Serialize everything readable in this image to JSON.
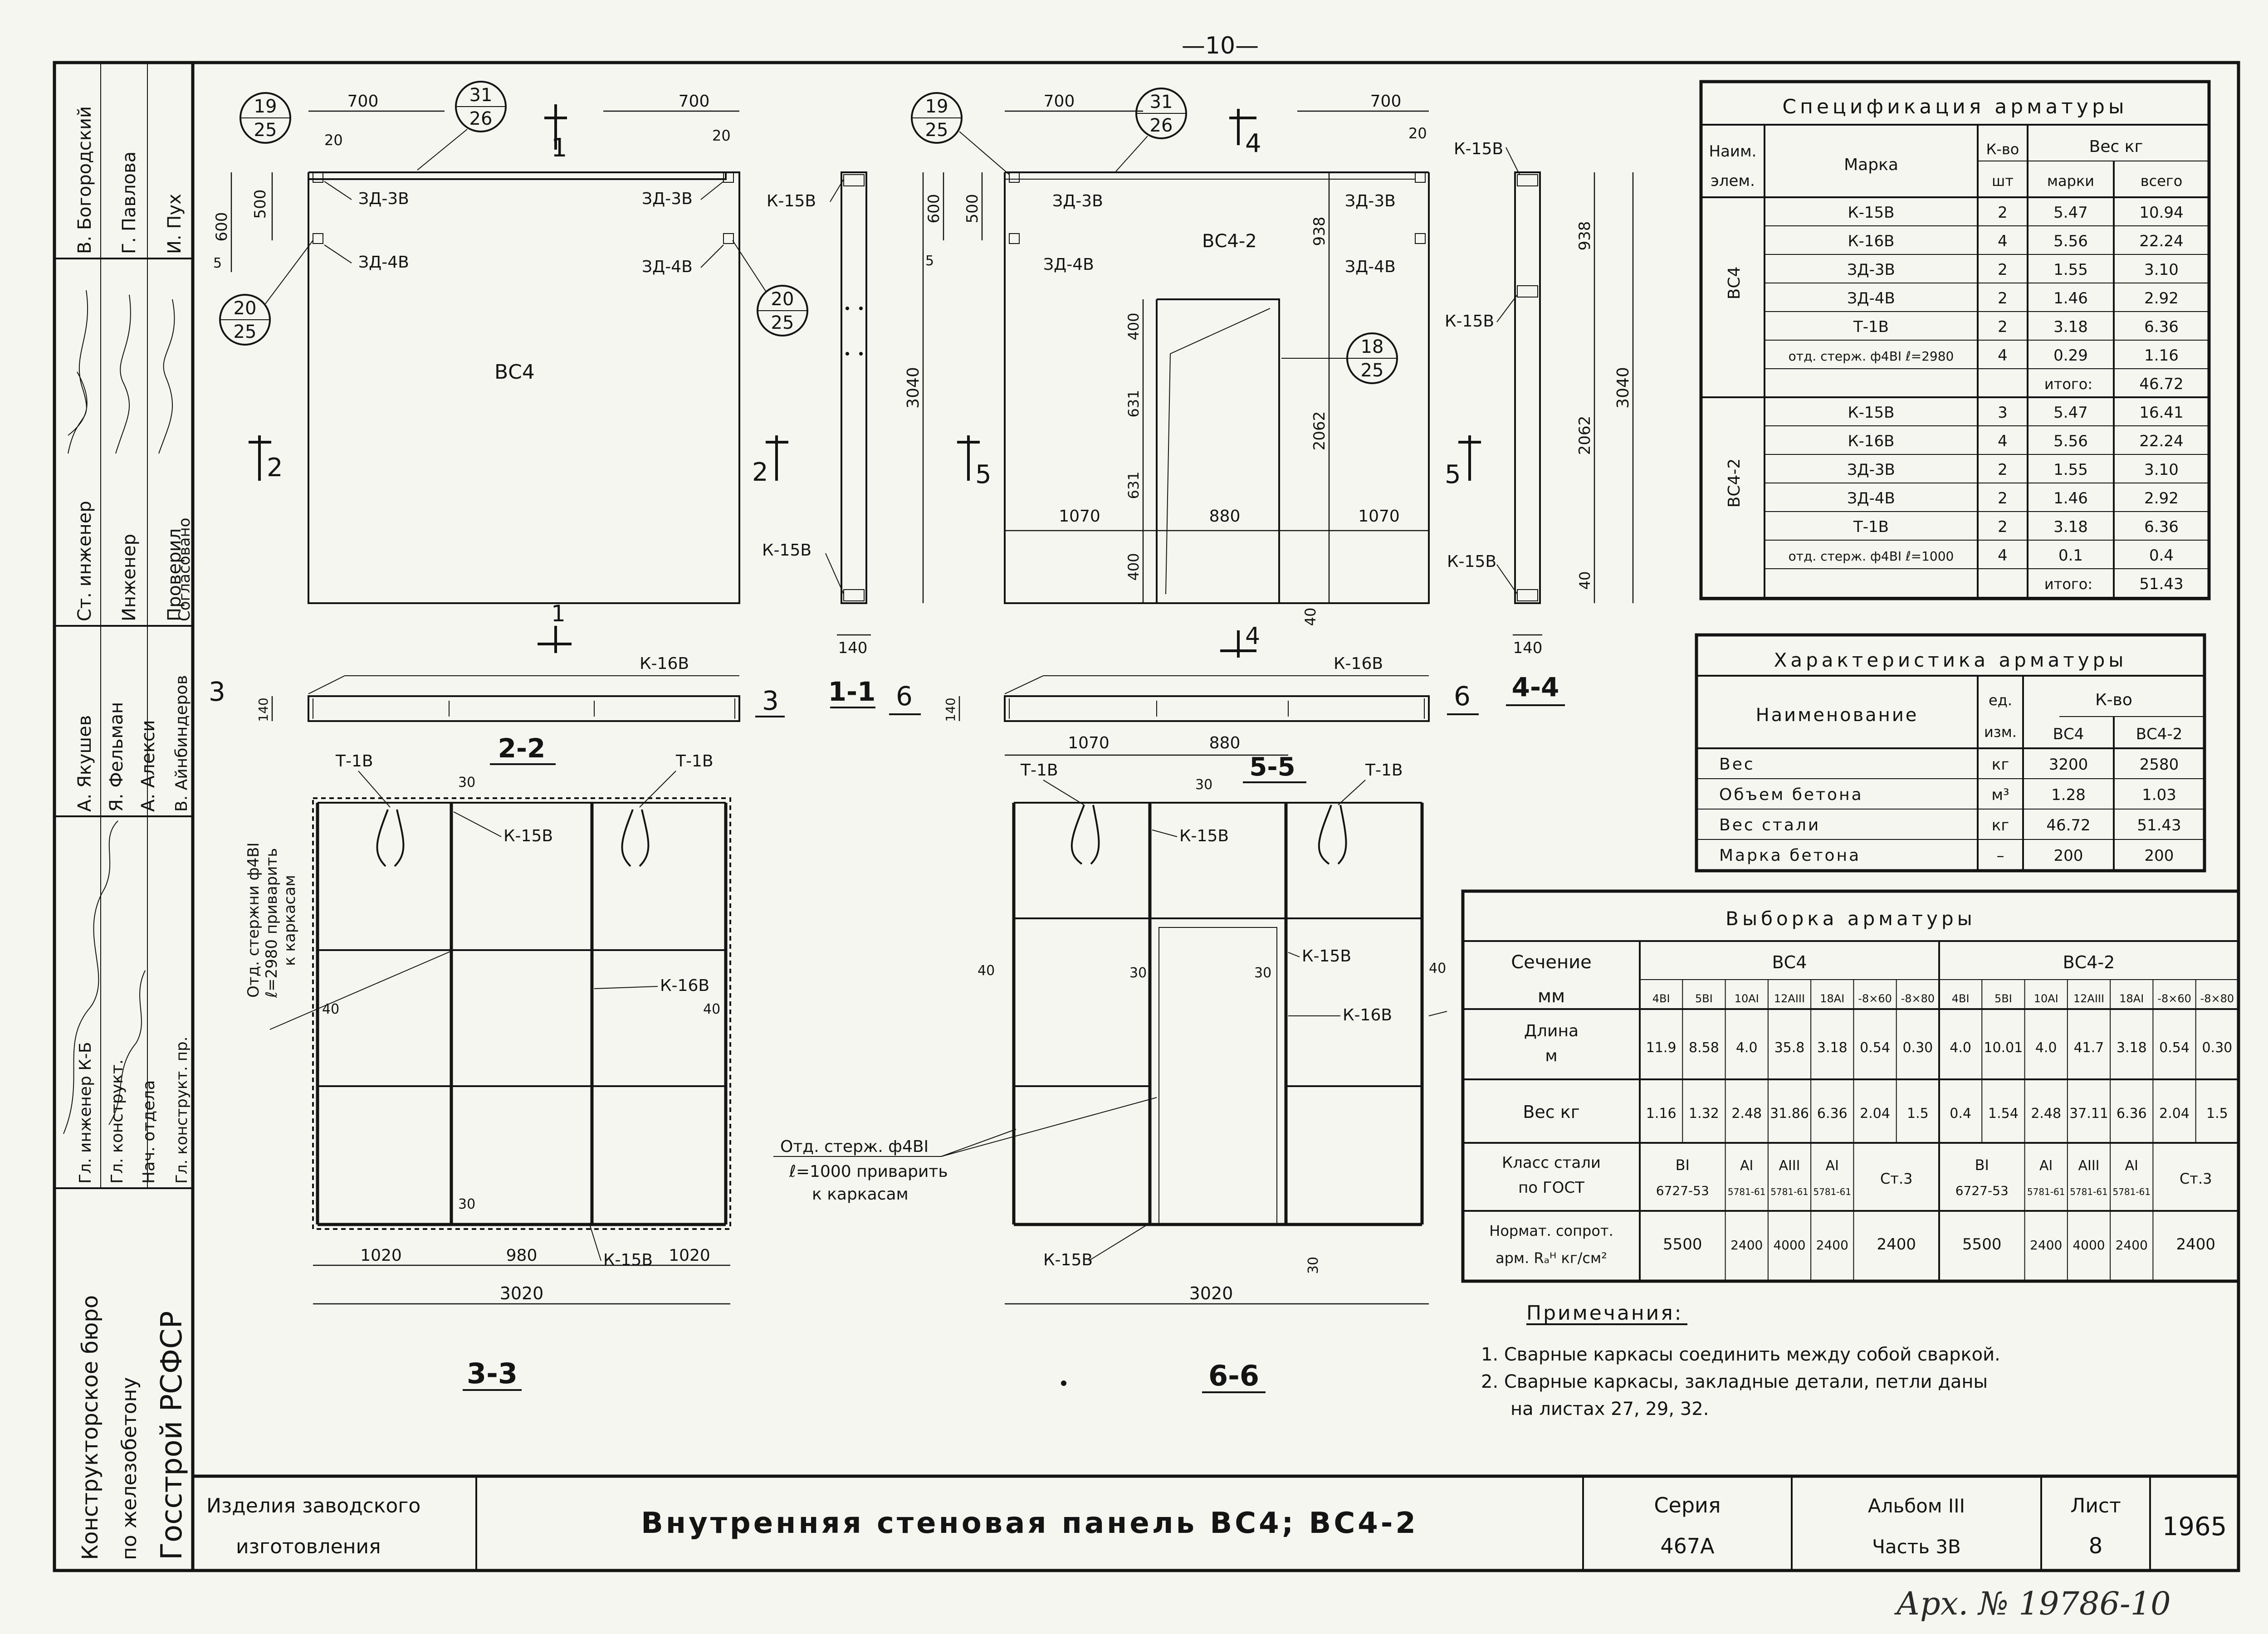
{
  "page_number": "—10—",
  "archive_no": "Арх. № 19786-10",
  "stamp": {
    "rows": [
      {
        "position": "В. Богородский",
        "sign": "",
        "role": "Ст. инженер"
      },
      {
        "position": "Г. Павлова",
        "sign": "",
        "role": "Инженер"
      },
      {
        "position": "И. Пух",
        "sign": "",
        "role": "Проверил"
      },
      {
        "position": "",
        "sign": "",
        "role": "Согласовано"
      }
    ],
    "names_top": [
      "В. Богородский",
      "Г. Павлова",
      "И. Пух"
    ],
    "roles_top": [
      "Ст. инженер",
      "Инженер",
      "Проверил",
      "Согласовано"
    ],
    "names_bottom": [
      "А. Якушев",
      "Я. Фельман",
      "А. Алекси",
      "В. Айнбиндеров"
    ],
    "roles_bottom": [
      "Гл. инженер К-Б",
      "Гл. конструкт.",
      "Нач. отдела",
      "Гл. конструкт. пр."
    ],
    "org_line1": "Конструкторское бюро",
    "org_line2": "по железобетону",
    "org_line3": "Госстрой РСФСР"
  },
  "title_block": {
    "category_line1": "Изделия заводского",
    "category_line2": "изготовления",
    "title": "Внутренняя стеновая панель ВС4; ВС4-2",
    "series_label": "Серия",
    "series_value": "467А",
    "album_label": "Альбом III",
    "part_label": "Часть 3В",
    "sheet_label": "Лист",
    "sheet_value": "8",
    "year": "1965"
  },
  "views": {
    "vc4_label": "ВС4",
    "vc42_label": "ВС4-2",
    "section_1_1": "1-1",
    "section_2_2": "2-2",
    "section_3_3": "3-3",
    "section_4_4": "4-4",
    "section_5_5": "5-5",
    "section_6_6": "6-6",
    "cut_1": "1",
    "cut_2": "2",
    "cut_3": "3",
    "cut_4": "4",
    "cut_5": "5",
    "cut_6": "6",
    "marks": {
      "zd3b": "ЗД-3В",
      "zd4b": "ЗД-4В",
      "k15b": "К-15В",
      "k16b": "К-16В",
      "t1b": "Т-1В"
    },
    "bubbles": {
      "b19_top": "19",
      "b19_bot": "25",
      "b31_top": "31",
      "b31_bot": "26",
      "b20_top": "20",
      "b20_bot": "25",
      "b18_top": "18",
      "b18_bot": "25"
    },
    "dims": {
      "d700": "700",
      "d20": "20",
      "d600": "600",
      "d500": "500",
      "d5": "5",
      "d3040": "3040",
      "d938": "938",
      "d2062": "2062",
      "d40": "40",
      "d140": "140",
      "d1070": "1070",
      "d880": "880",
      "d400": "400",
      "d631": "631",
      "d1020": "1020",
      "d980": "980",
      "d3020": "3020",
      "d30": "30"
    },
    "note_rods_1_l1": "Отд. стержни ф4ВI",
    "note_rods_1_l2": "ℓ=2980 приварить",
    "note_rods_1_l3": "к каркасам",
    "note_rods_2_l1": "Отд. стерж. ф4ВI",
    "note_rods_2_l2": "ℓ=1000 приварить",
    "note_rods_2_l3": "к каркасам"
  },
  "spec_table": {
    "title": "Спецификация арматуры",
    "head": {
      "element": "Наим. элем.",
      "mark": "Марка",
      "qty": "К-во шт",
      "weight": "Вес кг",
      "w_unit": "марки",
      "w_total": "всего"
    },
    "groups": [
      {
        "element": "ВС4",
        "rows": [
          [
            "К-15В",
            "2",
            "5.47",
            "10.94"
          ],
          [
            "К-16В",
            "4",
            "5.56",
            "22.24"
          ],
          [
            "ЗД-3В",
            "2",
            "1.55",
            "3.10"
          ],
          [
            "ЗД-4В",
            "2",
            "1.46",
            "2.92"
          ],
          [
            "Т-1В",
            "2",
            "3.18",
            "6.36"
          ],
          [
            "отд. стерж. ф4ВI ℓ=2980",
            "4",
            "0.29",
            "1.16"
          ]
        ],
        "total_label": "итого:",
        "total": "46.72"
      },
      {
        "element": "ВС4-2",
        "rows": [
          [
            "К-15В",
            "3",
            "5.47",
            "16.41"
          ],
          [
            "К-16В",
            "4",
            "5.56",
            "22.24"
          ],
          [
            "ЗД-3В",
            "2",
            "1.55",
            "3.10"
          ],
          [
            "ЗД-4В",
            "2",
            "1.46",
            "2.92"
          ],
          [
            "Т-1В",
            "2",
            "3.18",
            "6.36"
          ],
          [
            "отд. стерж. ф4ВI ℓ=1000",
            "4",
            "0.1",
            "0.4"
          ]
        ],
        "total_label": "итого:",
        "total": "51.43"
      }
    ]
  },
  "char_table": {
    "title": "Характеристика арматуры",
    "head": {
      "name": "Наименование",
      "unit": "ед. изм.",
      "qty": "К-во",
      "c1": "ВС4",
      "c2": "ВС4-2"
    },
    "rows": [
      [
        "Вес",
        "кг",
        "3200",
        "2580"
      ],
      [
        "Объем бетона",
        "м³",
        "1.28",
        "1.03"
      ],
      [
        "Вес стали",
        "кг",
        "46.72",
        "51.43"
      ],
      [
        "Марка бетона",
        "–",
        "200",
        "200"
      ]
    ]
  },
  "sample_table": {
    "title": "Выборка арматуры",
    "row_labels": {
      "section": "Сечение",
      "mm": "мм",
      "length": "Длина м",
      "weight": "Вес кг",
      "class": "Класс стали по ГОСТ",
      "norm": "Нормат. сопрот. арм. Rₐᴴ кг/см²"
    },
    "groups": [
      "ВС4",
      "ВС4-2"
    ],
    "sizes": [
      "4ВI",
      "5ВI",
      "10АI",
      "12АIII",
      "18АI",
      "-8×60",
      "-8×80"
    ],
    "vc4": {
      "length": [
        "11.9",
        "8.58",
        "4.0",
        "35.8",
        "3.18",
        "0.54",
        "0.30"
      ],
      "weight": [
        "1.16",
        "1.32",
        "2.48",
        "31.86",
        "6.36",
        "2.04",
        "1.5"
      ]
    },
    "vc42": {
      "length": [
        "4.0",
        "10.01",
        "4.0",
        "41.7",
        "3.18",
        "0.54",
        "0.30"
      ],
      "weight": [
        "0.4",
        "1.54",
        "2.48",
        "37.11",
        "6.36",
        "2.04",
        "1.5"
      ]
    },
    "class": {
      "bi": "ВI",
      "bi_gost": "6727-53",
      "ai": "АI",
      "ai_gost": "5781-61",
      "aiii": "АIII",
      "aiii_gost": "5781-61",
      "ai2": "АI",
      "ai2_gost": "5781-61",
      "st3": "Ст.3"
    },
    "norm": {
      "n1": "5500",
      "n2": "2400",
      "n3": "4000",
      "n4": "2400",
      "n5": "2400"
    }
  },
  "notes": {
    "title": "Примечания:",
    "n1": "1. Сварные каркасы соединить между собой сваркой.",
    "n2": "2. Сварные каркасы, закладные детали, петли даны",
    "n3": "на листах 27, 29, 32."
  }
}
